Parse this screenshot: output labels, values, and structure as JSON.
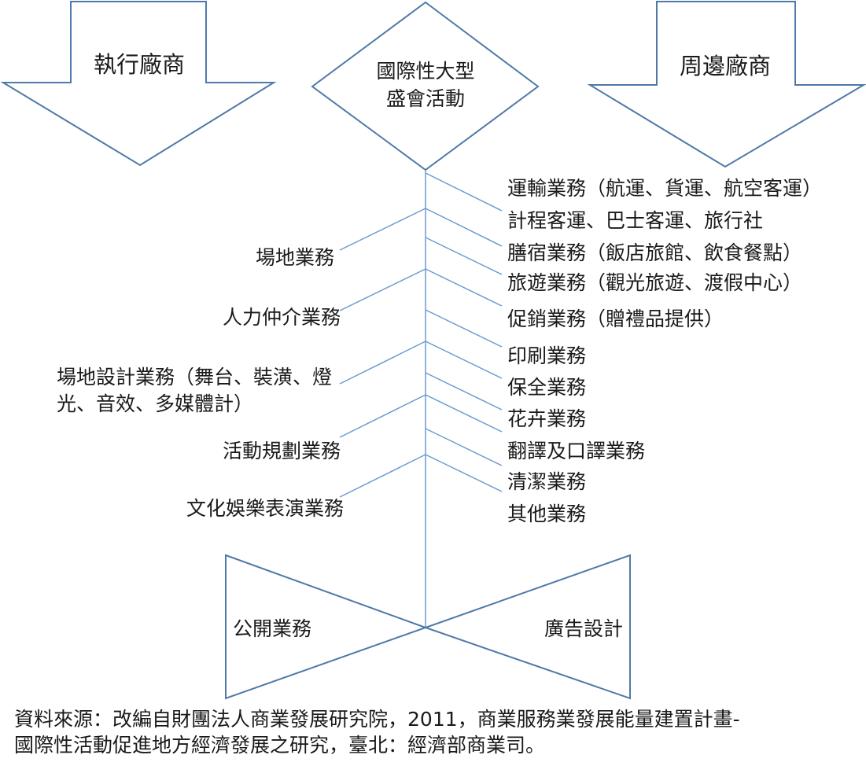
{
  "diagram": {
    "top_left_arrow": "執行廠商",
    "top_right_arrow": "周邊廠商",
    "center_diamond": [
      "國際性大型",
      "盛會活動"
    ],
    "left_branches": [
      [
        "場地業務"
      ],
      [
        "人力仲介業務"
      ],
      [
        "場地設計業務（舞台、裝潢、燈",
        "光、音效、多媒體計）"
      ],
      [
        "活動規劃業務"
      ],
      [
        "文化娛樂表演業務"
      ]
    ],
    "right_branches": [
      "運輸業務（航運、貨運、航空客運）",
      "計程客運、巴士客運、旅行社",
      "膳宿業務（飯店旅館、飲食餐點）",
      "旅遊業務（觀光旅遊、渡假中心）",
      "促銷業務（贈禮品提供）",
      "印刷業務",
      "保全業務",
      "花卉業務",
      "翻譯及口譯業務",
      "清潔業務",
      "其他業務"
    ],
    "bottom_left": "公開業務",
    "bottom_right": "廣告設計"
  },
  "source_note": [
    "資料來源：改編自財團法人商業發展研究院，2011，商業服務業發展能量建置計畫-",
    "國際性活動促進地方經濟發展之研究，臺北：經濟部商業司。"
  ]
}
